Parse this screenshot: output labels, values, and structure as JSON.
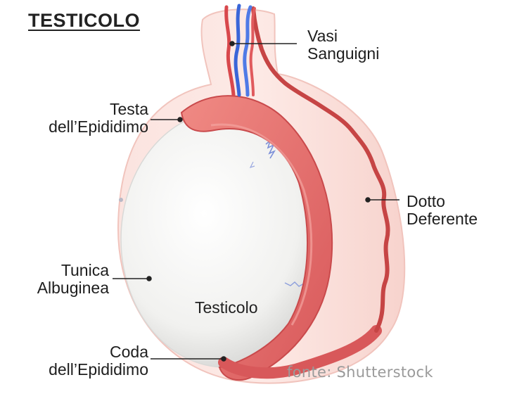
{
  "title": "TESTICOLO",
  "labels": {
    "vessels": [
      "Vasi",
      "Sanguigni"
    ],
    "epididymis_head": [
      "Testa",
      "dell’Epididimo"
    ],
    "vas_deferens": [
      "Dotto",
      "Deferente"
    ],
    "tunica_albuginea": [
      "Tunica",
      "Albuginea"
    ],
    "testis": "Testicolo",
    "epididymis_tail": [
      "Coda",
      "dell’Epididimo"
    ]
  },
  "source_credit": "fonte: Shutterstock",
  "colors": {
    "epididymis": "#e36b6b",
    "vas_deferens": "#c64545",
    "vein": "#3a66d8",
    "testis": "#f2f2f0",
    "scrotum_outline": "#f3c3bd"
  }
}
